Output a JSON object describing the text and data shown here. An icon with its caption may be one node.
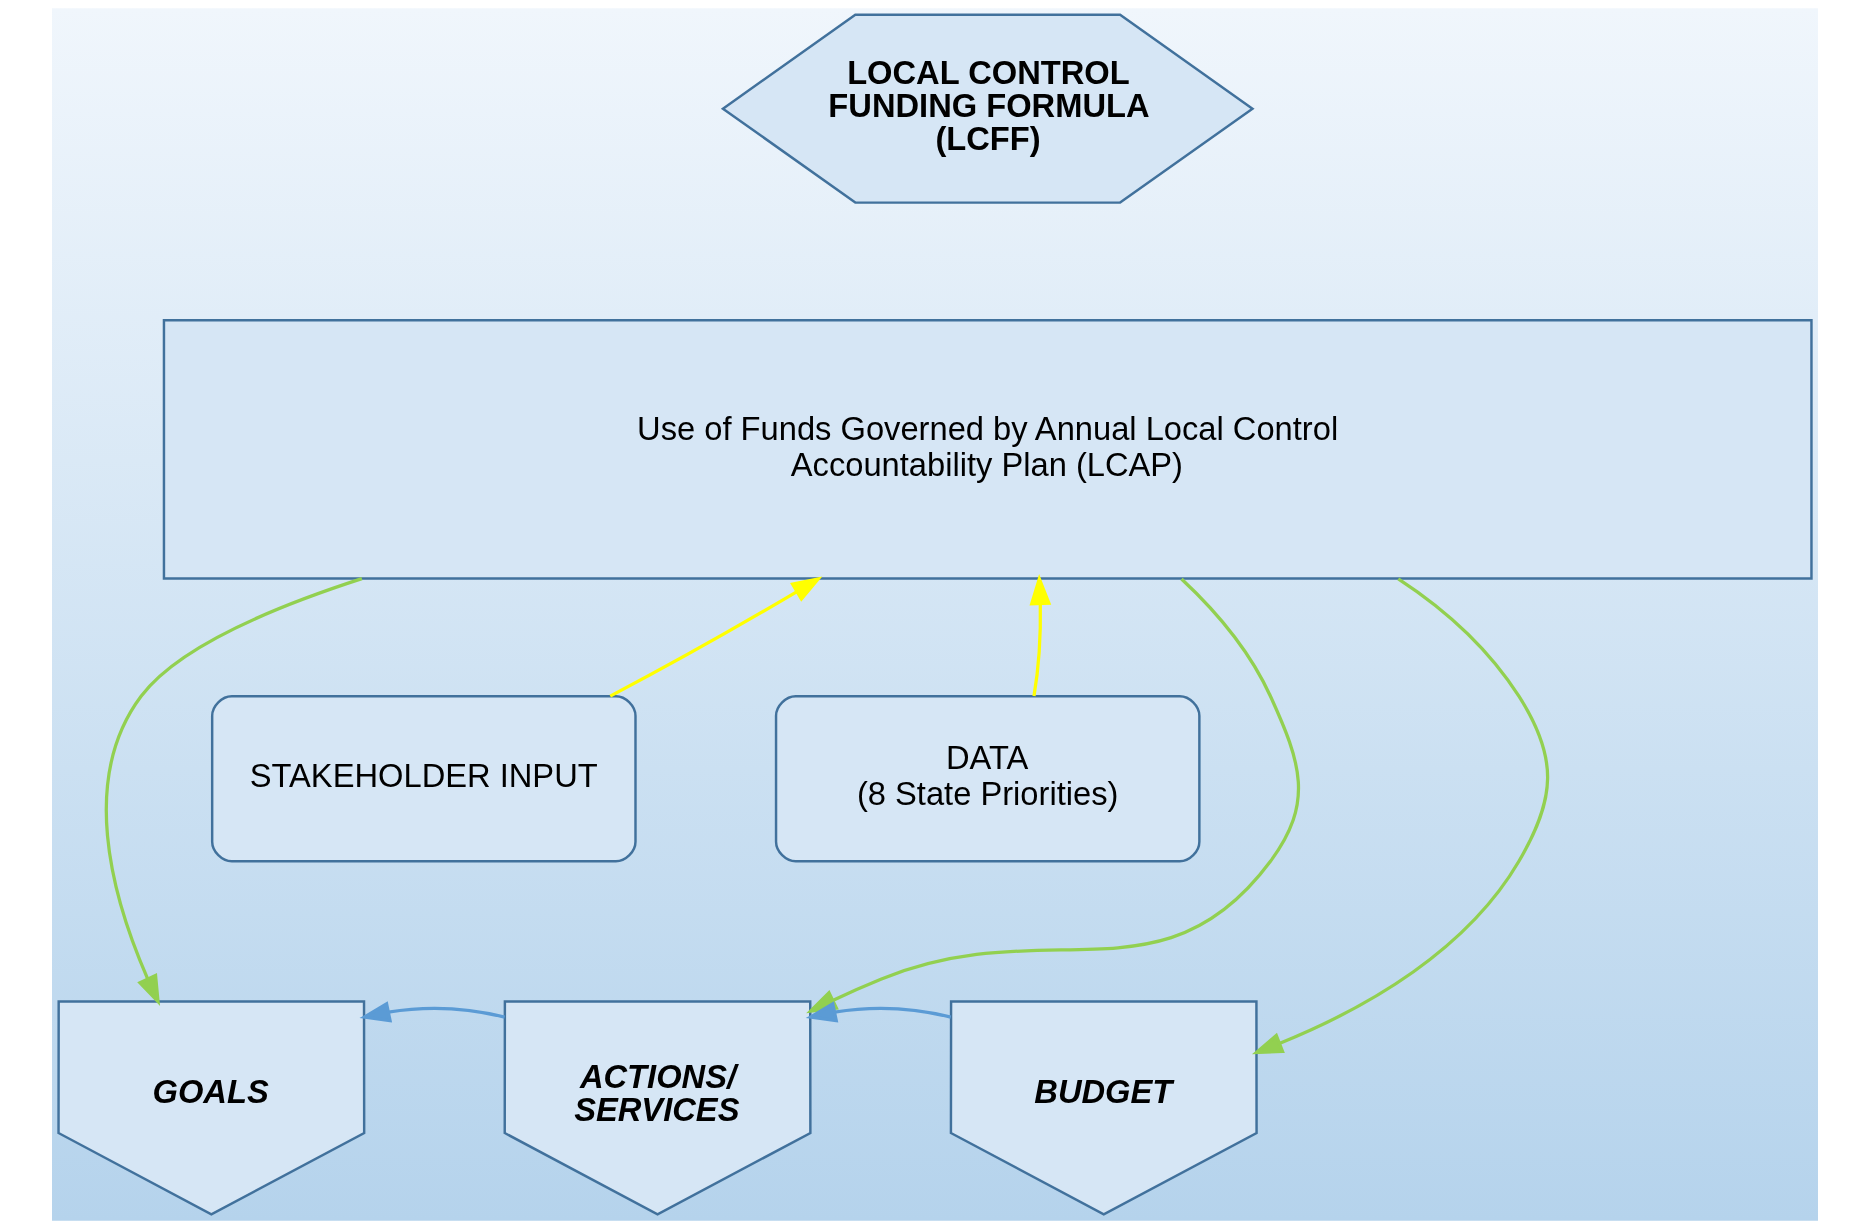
{
  "diagram": {
    "nodes": [
      {
        "text": [
          "LOCAL CONTROL FUNDING FORMULA (LCFF)"
        ]
      },
      {
        "text": [
          "Use of Funds Governed by Annual Local Control Accountability Plan (LCAP)"
        ]
      },
      {
        "text": [
          "STAKEHOLDER INPUT"
        ]
      },
      {
        "text": [
          "DATA (8 State Priorities)"
        ]
      },
      {
        "text": [
          "GOALS"
        ]
      },
      {
        "text": [
          "ACTIONS/ SERVICES"
        ]
      },
      {
        "text": [
          "BUDGET"
        ]
      }
    ],
    "edges": [
      {
        "from": 1,
        "to": 4,
        "arrow": "to"
      },
      {
        "from": 2,
        "to": 1,
        "arrow": "to",
        "color": "#ffff00"
      },
      {
        "from": 1,
        "to": 5,
        "arrow": "to"
      },
      {
        "from": 3,
        "to": 1,
        "arrow": "to",
        "color": "#ffff00"
      },
      {
        "from": 1,
        "to": 6,
        "arrow": "to"
      },
      {
        "from": 5,
        "to": 4,
        "arrow": "to",
        "color": "#5b9bd5"
      },
      {
        "from": 6,
        "to": 5,
        "arrow": "to",
        "color": "#5b9bd5"
      }
    ]
  }
}
